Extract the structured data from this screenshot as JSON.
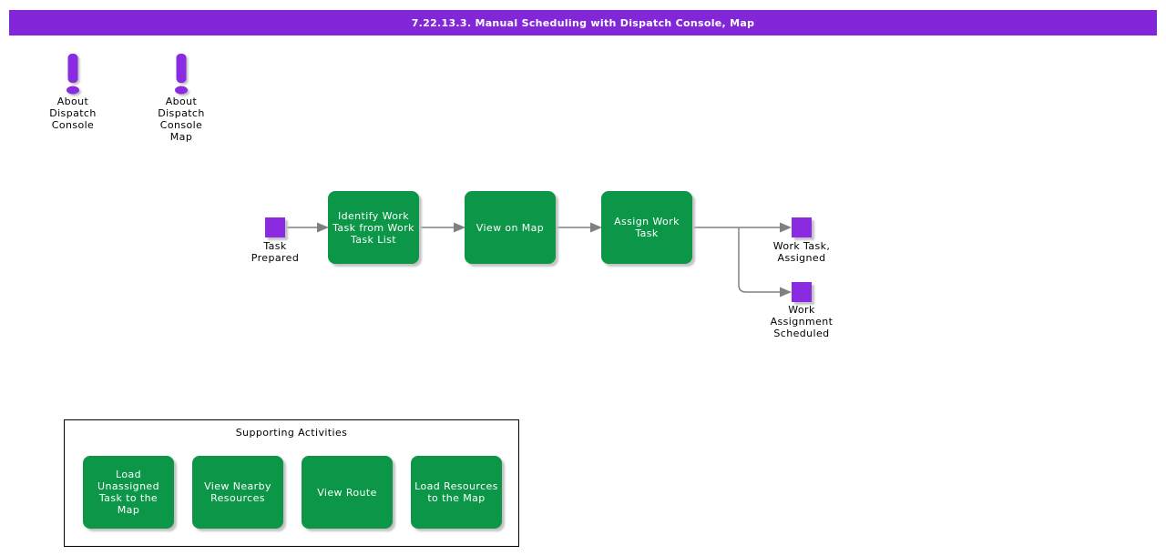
{
  "header": {
    "title": "7.22.13.3. Manual Scheduling with Dispatch Console, Map"
  },
  "colors": {
    "header_bar": "#8226DA",
    "event_purple": "#8A2BE2",
    "activity_green": "#0C9648",
    "connector_gray": "#808080",
    "text_black": "#000000",
    "text_white": "#ffffff"
  },
  "annotations": [
    {
      "icon": "exclamation-icon",
      "label": "About\nDispatch\nConsole"
    },
    {
      "icon": "exclamation-icon",
      "label": "About\nDispatch\nConsole\nMap"
    }
  ],
  "flow": {
    "start_event": {
      "label": "Task\nPrepared"
    },
    "steps": [
      {
        "label": "Identify Work\nTask from Work\nTask List"
      },
      {
        "label": "View on Map"
      },
      {
        "label": "Assign Work\nTask"
      }
    ],
    "end_events": [
      {
        "label": "Work Task,\nAssigned"
      },
      {
        "label": "Work\nAssignment\nScheduled"
      }
    ]
  },
  "supporting": {
    "title": "Supporting Activities",
    "activities": [
      {
        "label": "Load Unassigned\nTask to the Map"
      },
      {
        "label": "View Nearby\nResources"
      },
      {
        "label": "View Route"
      },
      {
        "label": "Load Resources\nto the Map"
      }
    ]
  }
}
